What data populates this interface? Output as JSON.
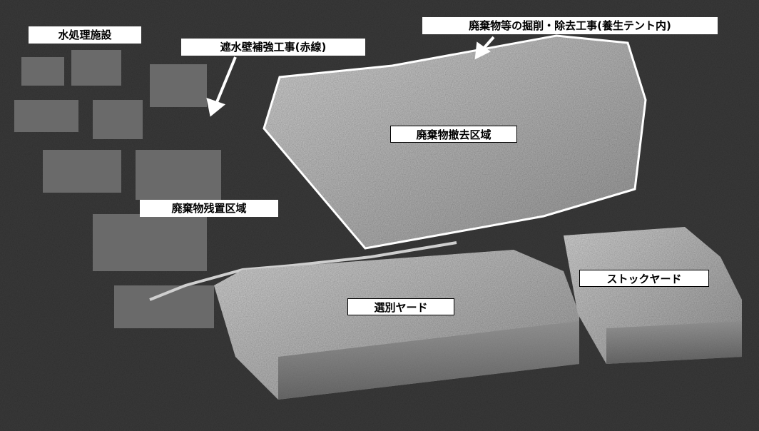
{
  "photo": {
    "labels": {
      "water_treatment": "水処理施設",
      "seawall_work": "遮水壁補強工事(赤線)",
      "excavation_work": "廃棄物等の掘削・除去工事(養生テント内)",
      "removal_area": "廃棄物撤去区域",
      "remaining_area": "廃棄物残置区域",
      "sorting_yard": "選別ヤード",
      "stock_yard": "ストックヤード"
    },
    "colors": {
      "background": "#1e1e1e",
      "tent": "#cfcfcf",
      "outline": "#ffffff",
      "label_bg": "#ffffff",
      "label_text": "#000000"
    }
  }
}
